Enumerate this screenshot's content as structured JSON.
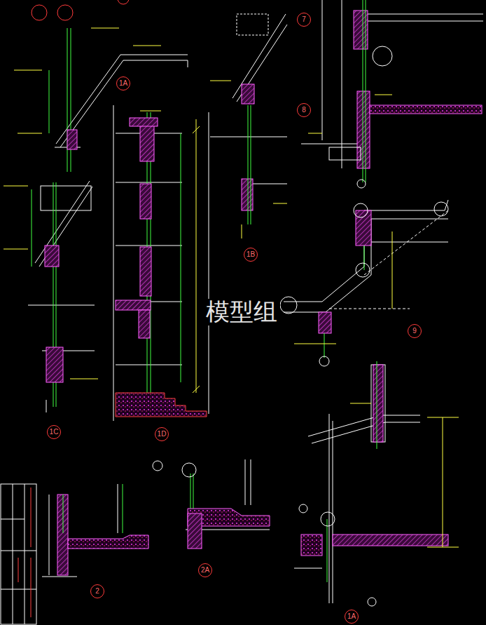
{
  "diagram": {
    "nodes": [
      {
        "text": [
          "1A"
        ]
      },
      {
        "text": [
          "1B"
        ]
      },
      {
        "text": [
          "1C"
        ]
      },
      {
        "text": [
          "1D"
        ]
      },
      {
        "text": [
          "7"
        ]
      },
      {
        "text": [
          "8"
        ]
      },
      {
        "text": [
          "9"
        ]
      },
      {
        "text": [
          "2"
        ]
      },
      {
        "text": [
          "2A"
        ]
      },
      {
        "text": [
          "1A"
        ]
      }
    ],
    "labels": [
      "模型组"
    ]
  }
}
